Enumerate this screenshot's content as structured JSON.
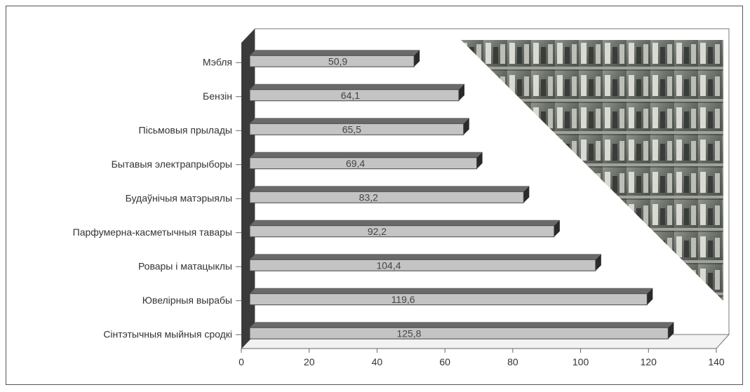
{
  "chart_data": {
    "type": "bar",
    "orientation": "horizontal",
    "categories": [
      "Мэбля",
      "Бензін",
      "Пісьмовыя прылады",
      "Бытавыя электрапрыборы",
      "Будаўнічыя матэрыялы",
      "Парфумерна-касметычныя тавары",
      "Ровары і матацыклы",
      "Ювелірныя вырабы",
      "Сінтэтычныя мыйныя сродкі"
    ],
    "values": [
      50.9,
      64.1,
      65.5,
      69.4,
      83.2,
      92.2,
      104.4,
      119.6,
      125.8
    ],
    "data_labels": [
      "50,9",
      "64,1",
      "65,5",
      "69,4",
      "83,2",
      "92,2",
      "104,4",
      "119,6",
      "125,8"
    ],
    "x_ticks": [
      "0",
      "20",
      "40",
      "60",
      "80",
      "100",
      "120",
      "140"
    ],
    "xlim": [
      0,
      140
    ],
    "grid": false,
    "legend": "none",
    "title": "",
    "xlabel": "",
    "ylabel": "",
    "colors": {
      "bar_face": "#c4c4c4",
      "bar_top": "#6a6a6a",
      "bar_end": "#2a2a2a",
      "wall": "#3a3a3a",
      "axis": "#666666",
      "photo_region": "#5a5f58"
    },
    "decoration": "store-shelf-photo"
  }
}
